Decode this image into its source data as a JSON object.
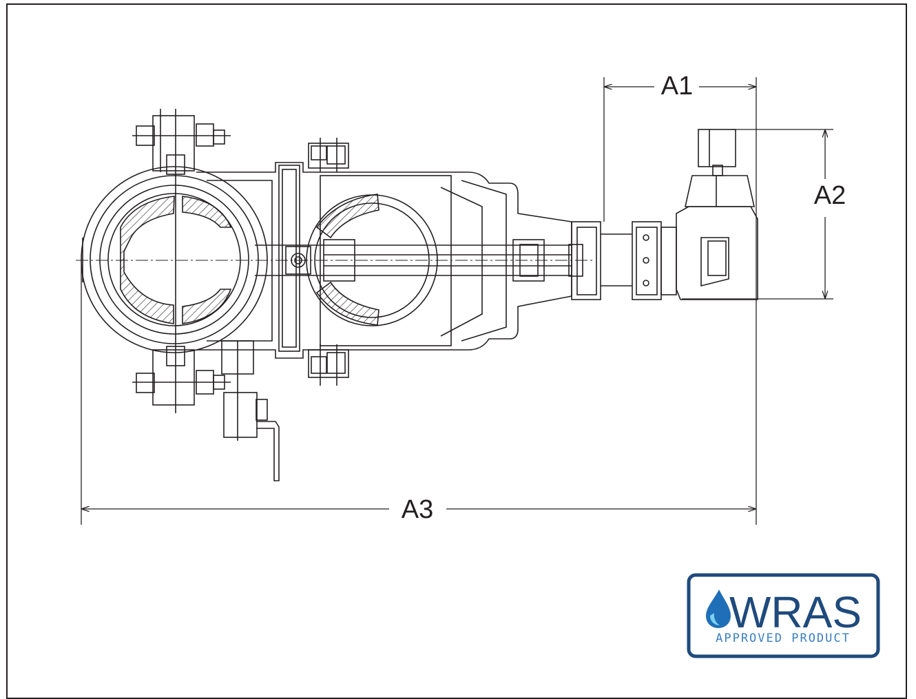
{
  "dimensions": {
    "a1": "A1",
    "a2": "A2",
    "a3": "A3"
  },
  "logo": {
    "word": "WRAS",
    "subtitle": "APPROVED PRODUCT",
    "colors": {
      "text": "#1f4a7c",
      "border": "#1f4a7c",
      "drop_dark": "#1f6fb8",
      "drop_light": "#3fa9e0",
      "subtitle": "#3a7fc2"
    }
  },
  "line_color": "#231f20"
}
